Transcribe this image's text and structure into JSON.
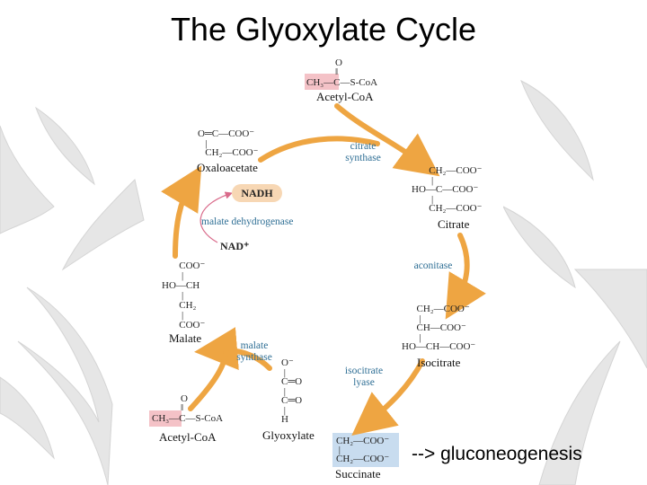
{
  "title": "The Glyoxylate Cycle",
  "footer_note": "--> gluconeogenesis",
  "colors": {
    "arrow": "#eea542",
    "enzyme_text": "#2f6f95",
    "highlight_pink": "#f4c2c7",
    "highlight_blue": "#c8dcef",
    "nadh_badge": "#f7d7b4",
    "pink_arrow": "#d96a8a"
  },
  "compounds": {
    "acetyl_coa_top": {
      "label": "Acetyl-CoA",
      "o": "O",
      "bond": "‖",
      "formula": "CH₃—C—S-CoA"
    },
    "oxaloacetate": {
      "label": "Oxaloacetate",
      "line1": "O═C—COO⁻",
      "line2": "   |",
      "line3": "   CH₂—COO⁻"
    },
    "citrate": {
      "label": "Citrate",
      "line1": "       CH₂—COO⁻",
      "line2": "        |",
      "line3": "HO—C—COO⁻",
      "line4": "        |",
      "line5": "       CH₂—COO⁻"
    },
    "isocitrate": {
      "label": "Isocitrate",
      "line1": "      CH₂—COO⁻",
      "line2": "       |",
      "line3": "      CH—COO⁻",
      "line4": "       |",
      "line5": "HO—CH—COO⁻"
    },
    "malate": {
      "label": "Malate",
      "line1": "       COO⁻",
      "line2": "        |",
      "line3": "HO—CH",
      "line4": "        |",
      "line5": "       CH₂",
      "line6": "        |",
      "line7": "       COO⁻"
    },
    "glyoxylate": {
      "label": "Glyoxylate",
      "line1": "O⁻",
      "line2": " |",
      "line3": "C═O",
      "line4": " |",
      "line5": "C═O",
      "line6": " |",
      "line7": "H"
    },
    "acetyl_coa_bottom": {
      "label": "Acetyl-CoA",
      "o": "O",
      "bond": "‖",
      "formula": "CH₃—C—S-CoA"
    },
    "succinate": {
      "label": "Succinate",
      "line1": "CH₂—COO⁻",
      "line2": " |",
      "line3": "CH₂—COO⁻"
    }
  },
  "enzymes": {
    "citrate_synthase": "citrate\nsynthase",
    "aconitase": "aconitase",
    "isocitrate_lyase": "isocitrate\nlyase",
    "malate_synthase": "malate\nsynthase",
    "malate_dehydrogenase": "malate dehydrogenase"
  },
  "cofactors": {
    "nadh": "NADH",
    "nad": "NAD⁺"
  }
}
